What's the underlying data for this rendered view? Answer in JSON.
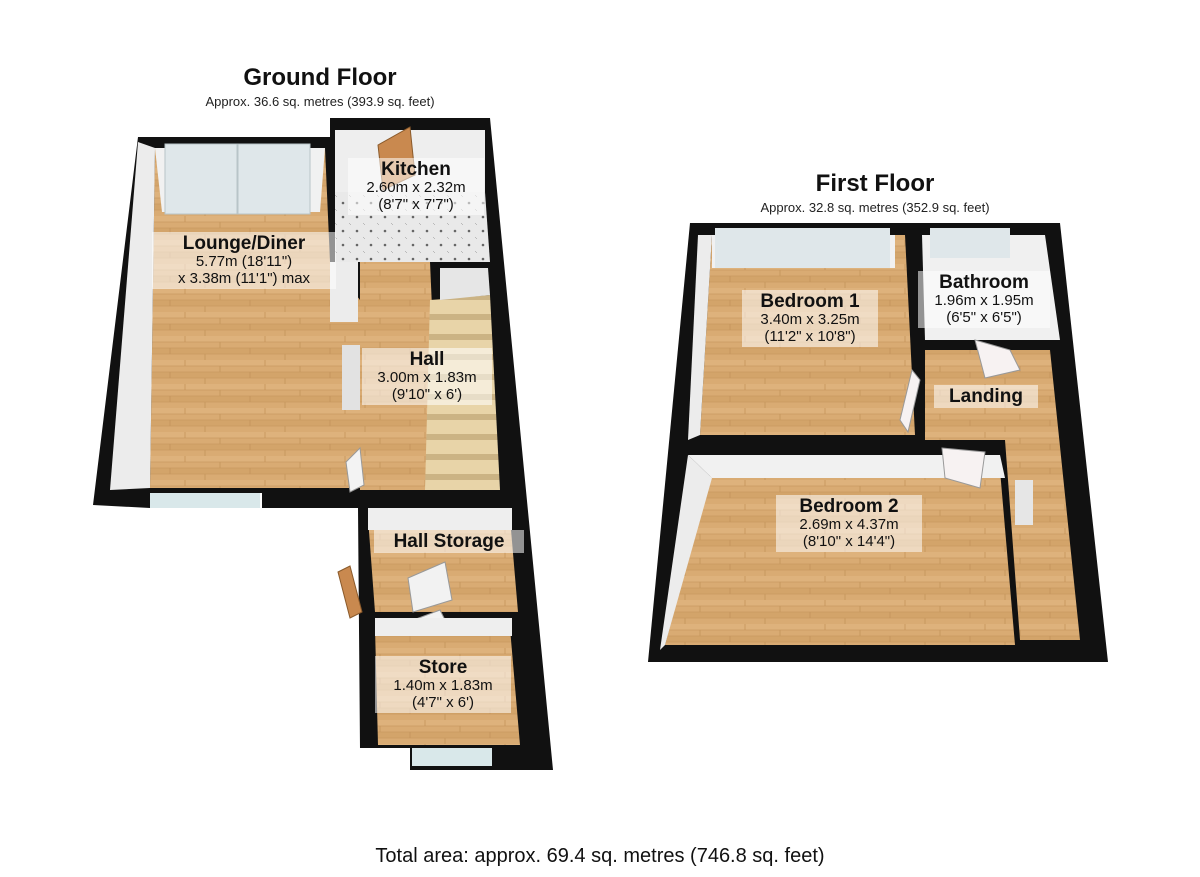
{
  "ground_floor": {
    "title": "Ground Floor",
    "area": "Approx. 36.6 sq. metres (393.9 sq. feet)",
    "rooms": {
      "lounge": {
        "name": "Lounge/Diner",
        "line1": "5.77m (18'11\")",
        "line2": "x 3.38m (11'1\") max"
      },
      "kitchen": {
        "name": "Kitchen",
        "line1": "2.60m x 2.32m",
        "line2": "(8'7\" x 7'7\")"
      },
      "hall": {
        "name": "Hall",
        "line1": "3.00m x 1.83m",
        "line2": "(9'10\" x 6')"
      },
      "hall_storage": {
        "name": "Hall Storage"
      },
      "store": {
        "name": "Store",
        "line1": "1.40m x 1.83m",
        "line2": "(4'7\" x 6')"
      }
    }
  },
  "first_floor": {
    "title": "First Floor",
    "area": "Approx. 32.8 sq. metres (352.9 sq. feet)",
    "rooms": {
      "bedroom1": {
        "name": "Bedroom 1",
        "line1": "3.40m x 3.25m",
        "line2": "(11'2\" x 10'8\")"
      },
      "bathroom": {
        "name": "Bathroom",
        "line1": "1.96m x 1.95m",
        "line2": "(6'5\" x 6'5\")"
      },
      "landing": {
        "name": "Landing"
      },
      "bedroom2": {
        "name": "Bedroom 2",
        "line1": "2.69m x 4.37m",
        "line2": "(8'10\" x 14'4\")"
      }
    }
  },
  "total_area": "Total area: approx. 69.4 sq. metres (746.8 sq. feet)",
  "colors": {
    "wall": "#111111",
    "wood": "#d9ab73",
    "tile": "#e6e6e6",
    "inner_wall": "#ececec",
    "window": "#cfe3e8"
  }
}
